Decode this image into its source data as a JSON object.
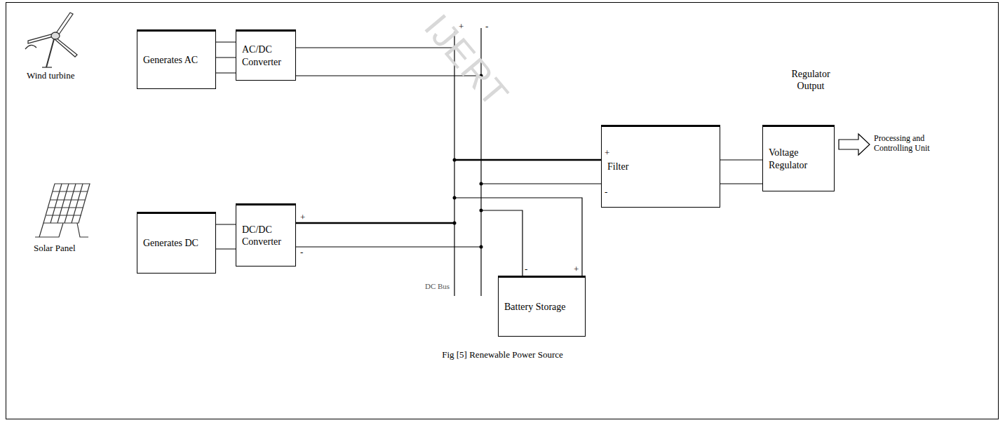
{
  "diagram": {
    "caption": "Fig [5] Renewable Power Source",
    "nodes": [
      {
        "text": [
          "Generates AC"
        ]
      },
      {
        "text": [
          "AC/DC Converter"
        ]
      },
      {
        "text": [
          "Filter"
        ]
      },
      {
        "text": [
          "Voltage Regulator"
        ]
      },
      {
        "text": [
          "Generates DC"
        ]
      },
      {
        "text": [
          "DC/DC Converter"
        ]
      },
      {
        "text": [
          "Battery Storage"
        ]
      }
    ],
    "edges": [
      {
        "from": 0,
        "to": 1,
        "arrow": "none"
      },
      {
        "from": 2,
        "to": 3,
        "arrow": "none"
      },
      {
        "from": 4,
        "to": 5,
        "arrow": "none"
      }
    ],
    "labels": [
      "Wind turbine",
      "Solar Panel",
      "+",
      "-",
      "+",
      "-",
      "DC Bus",
      "-",
      "+",
      "Regulator Output",
      "Processing and Controlling Unit",
      "IJERT",
      "+",
      "-"
    ]
  }
}
